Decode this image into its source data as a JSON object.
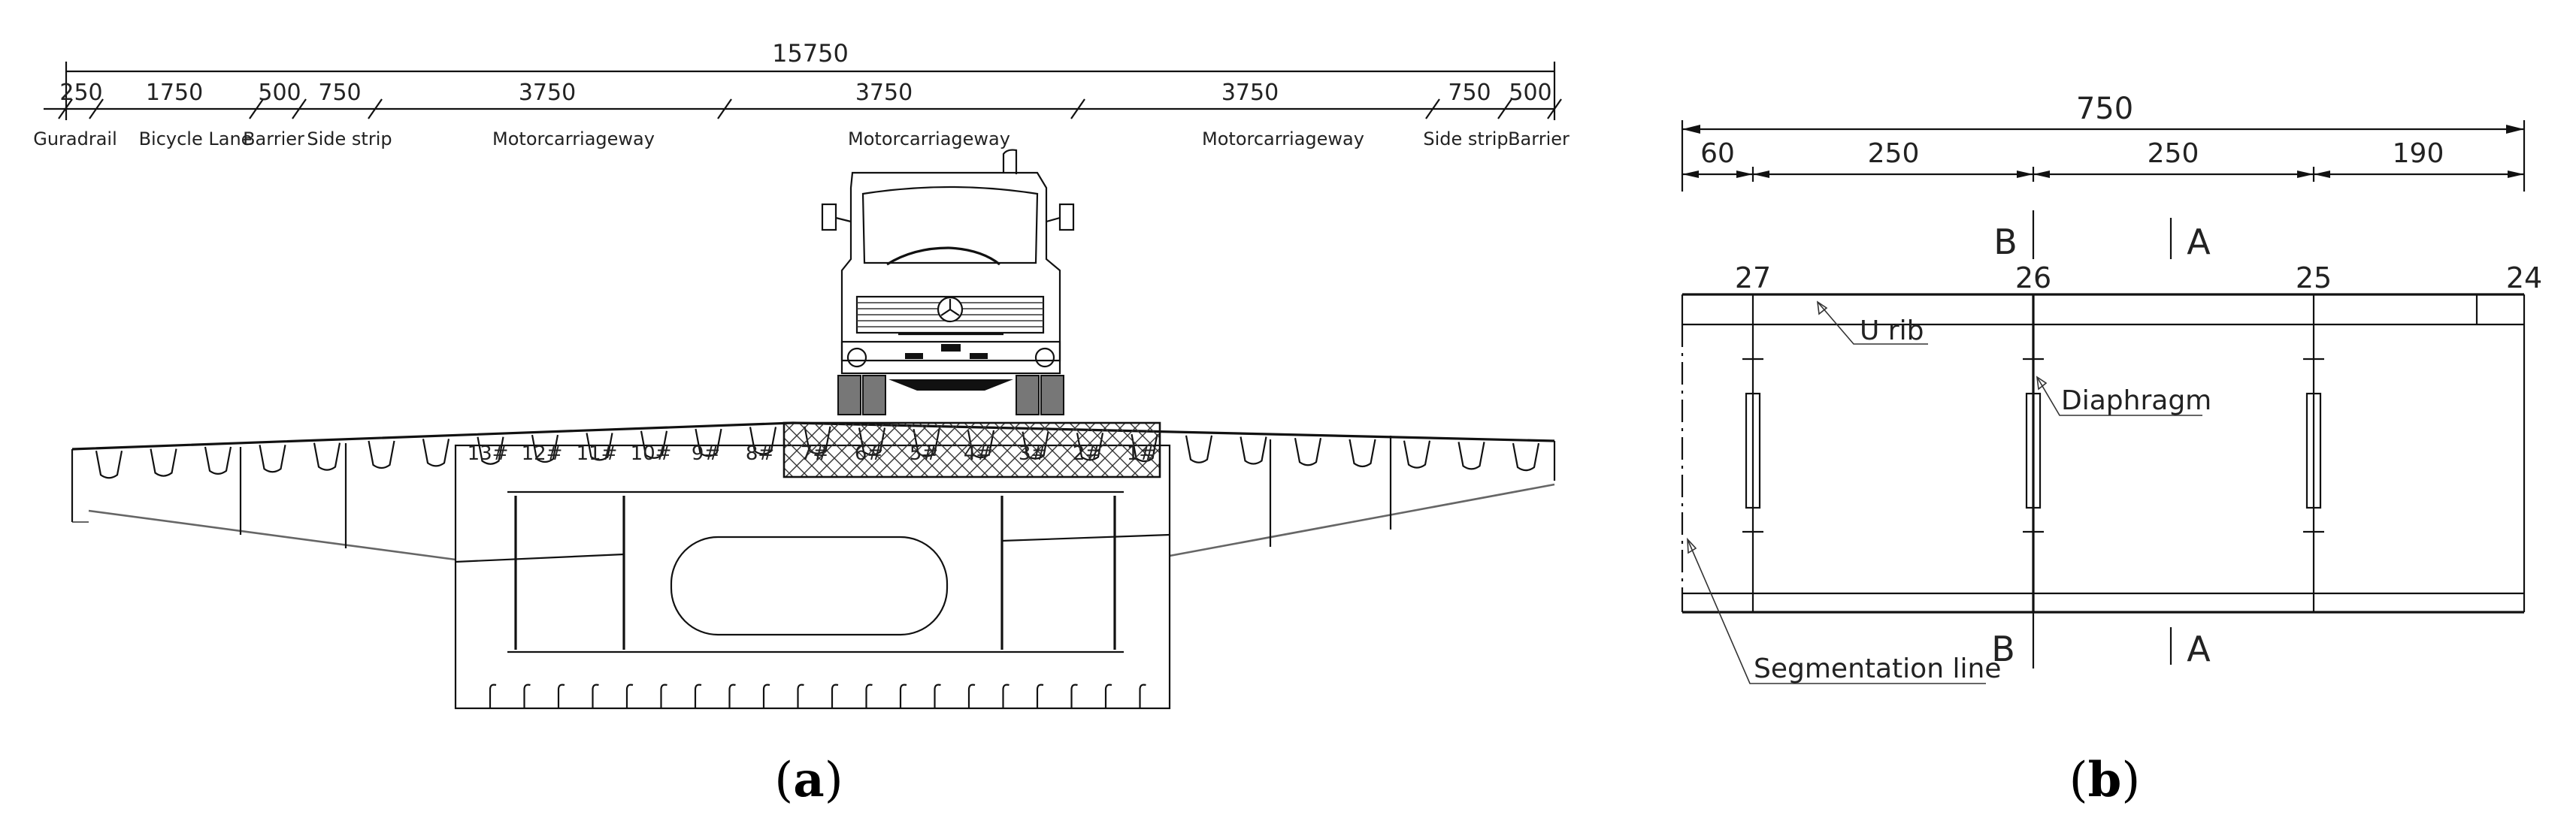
{
  "panel_a": {
    "total_width": "15750",
    "dims": [
      "250",
      "1750",
      "500",
      "750",
      "3750",
      "3750",
      "3750",
      "750",
      "500"
    ],
    "lanes": [
      "Guradrail",
      "Bicycle Lane",
      "Barrier",
      "Side strip",
      "Motorcarriageway",
      "Motorcarriageway",
      "Motorcarriageway",
      "Side strip",
      "Barrier"
    ],
    "rib_labels": [
      "13#",
      "12#",
      "11#",
      "10#",
      "9#",
      "8#",
      "7#",
      "6#",
      "5#",
      "4#",
      "3#",
      "2#",
      "1#"
    ],
    "caption": "a"
  },
  "panel_b": {
    "total_width": "750",
    "dims": [
      "60",
      "250",
      "250",
      "190"
    ],
    "section_letters": [
      "B",
      "A",
      "B",
      "A"
    ],
    "diaphragm_numbers": [
      "27",
      "26",
      "25",
      "24"
    ],
    "callouts": [
      "U rib",
      "Diaphragm",
      "Segmentation line"
    ],
    "caption": "b"
  }
}
